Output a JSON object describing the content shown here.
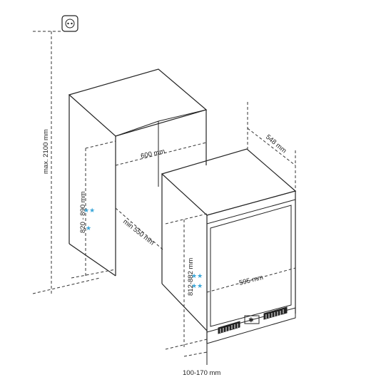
{
  "dimensions": {
    "max_height": "max. 2100 mm",
    "niche_height": "820 - 890 mm",
    "niche_width": "600 mm",
    "niche_depth": "min 550 mm",
    "appliance_depth": "548 mm",
    "appliance_height": "812-882 mm",
    "appliance_width": "595 mm",
    "plinth_height": "100-170 mm"
  },
  "colors": {
    "line": "#222222",
    "star": "#3aa6d8",
    "background": "#ffffff"
  },
  "icons": {
    "power_socket": "power-socket-icon",
    "snowflake": "snowflake-icon",
    "star_rating": "star-rating-icon"
  }
}
